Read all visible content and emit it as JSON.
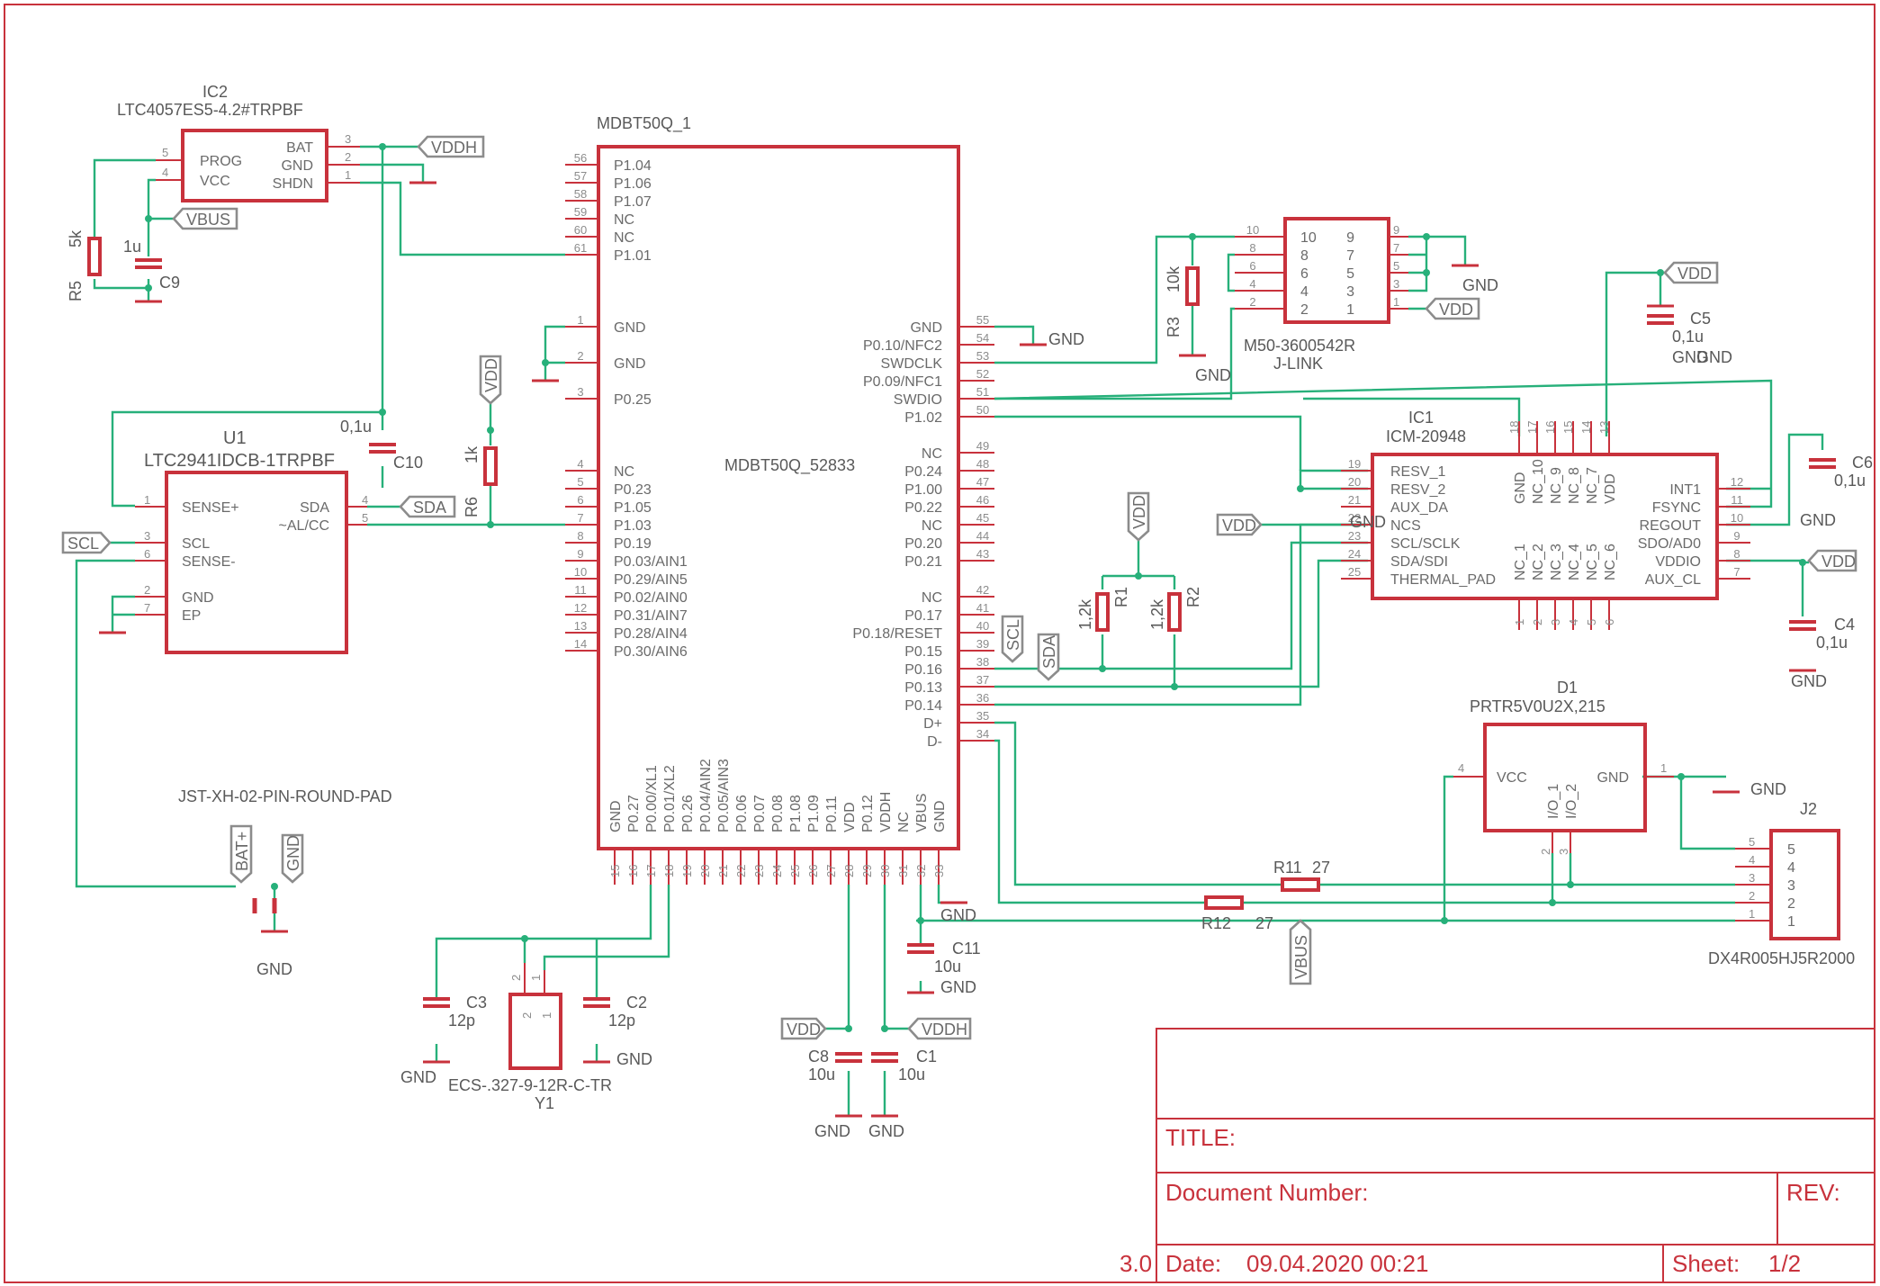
{
  "components": {
    "ic2": {
      "ref": "IC2",
      "value": "LTC4057ES5-4.2#TRPBF",
      "pins_left": [
        {
          "num": "5",
          "name": "PROG"
        },
        {
          "num": "4",
          "name": "VCC"
        }
      ],
      "pins_right": [
        {
          "num": "3",
          "name": "BAT"
        },
        {
          "num": "2",
          "name": "GND"
        },
        {
          "num": "1",
          "name": "SHDN"
        }
      ]
    },
    "mcu": {
      "ref": "MDBT50Q_1",
      "value": "MDBT50Q_52833",
      "pins_left": [
        {
          "num": "56",
          "name": "P1.04"
        },
        {
          "num": "57",
          "name": "P1.06"
        },
        {
          "num": "58",
          "name": "P1.07"
        },
        {
          "num": "59",
          "name": "NC"
        },
        {
          "num": "60",
          "name": "NC"
        },
        {
          "num": "61",
          "name": "P1.01"
        },
        {
          "num": "1",
          "name": "GND"
        },
        {
          "num": "2",
          "name": "GND"
        },
        {
          "num": "3",
          "name": "P0.25"
        },
        {
          "num": "4",
          "name": "NC"
        },
        {
          "num": "5",
          "name": "P0.23"
        },
        {
          "num": "6",
          "name": "P1.05"
        },
        {
          "num": "7",
          "name": "P1.03"
        },
        {
          "num": "8",
          "name": "P0.19"
        },
        {
          "num": "9",
          "name": "P0.03/AIN1"
        },
        {
          "num": "10",
          "name": "P0.29/AIN5"
        },
        {
          "num": "11",
          "name": "P0.02/AIN0"
        },
        {
          "num": "12",
          "name": "P0.31/AIN7"
        },
        {
          "num": "13",
          "name": "P0.28/AIN4"
        },
        {
          "num": "14",
          "name": "P0.30/AIN6"
        }
      ],
      "pins_right": [
        {
          "num": "55",
          "name": "GND"
        },
        {
          "num": "54",
          "name": "P0.10/NFC2"
        },
        {
          "num": "53",
          "name": "SWDCLK"
        },
        {
          "num": "52",
          "name": "P0.09/NFC1"
        },
        {
          "num": "51",
          "name": "SWDIO"
        },
        {
          "num": "50",
          "name": "P1.02"
        },
        {
          "num": "49",
          "name": "NC"
        },
        {
          "num": "48",
          "name": "P0.24"
        },
        {
          "num": "47",
          "name": "P1.00"
        },
        {
          "num": "46",
          "name": "P0.22"
        },
        {
          "num": "45",
          "name": "NC"
        },
        {
          "num": "44",
          "name": "P0.20"
        },
        {
          "num": "43",
          "name": "P0.21"
        },
        {
          "num": "42",
          "name": "NC"
        },
        {
          "num": "41",
          "name": "P0.17"
        },
        {
          "num": "40",
          "name": "P0.18/RESET"
        },
        {
          "num": "39",
          "name": "P0.15"
        },
        {
          "num": "38",
          "name": "P0.16"
        },
        {
          "num": "37",
          "name": "P0.13"
        },
        {
          "num": "36",
          "name": "P0.14"
        },
        {
          "num": "35",
          "name": "D+"
        },
        {
          "num": "34",
          "name": "D-"
        }
      ],
      "pins_bottom": [
        {
          "num": "15",
          "name": "GND"
        },
        {
          "num": "16",
          "name": "P0.27"
        },
        {
          "num": "17",
          "name": "P0.00/XL1"
        },
        {
          "num": "18",
          "name": "P0.01/XL2"
        },
        {
          "num": "19",
          "name": "P0.26"
        },
        {
          "num": "20",
          "name": "P0.04/AIN2"
        },
        {
          "num": "21",
          "name": "P0.05/AIN3"
        },
        {
          "num": "22",
          "name": "P0.06"
        },
        {
          "num": "23",
          "name": "P0.07"
        },
        {
          "num": "24",
          "name": "P0.08"
        },
        {
          "num": "25",
          "name": "P1.08"
        },
        {
          "num": "26",
          "name": "P1.09"
        },
        {
          "num": "27",
          "name": "P0.11"
        },
        {
          "num": "28",
          "name": "VDD"
        },
        {
          "num": "29",
          "name": "P0.12"
        },
        {
          "num": "30",
          "name": "VDDH"
        },
        {
          "num": "31",
          "name": "NC"
        },
        {
          "num": "32",
          "name": "VBUS"
        },
        {
          "num": "33",
          "name": "GND"
        }
      ]
    },
    "jlink": {
      "ref": "M50-3600542R",
      "value": "J-LINK",
      "pins_left": [
        {
          "num": "10",
          "name": "10"
        },
        {
          "num": "8",
          "name": "8"
        },
        {
          "num": "6",
          "name": "6"
        },
        {
          "num": "4",
          "name": "4"
        },
        {
          "num": "2",
          "name": "2"
        }
      ],
      "pins_right": [
        {
          "num": "9",
          "name": "9"
        },
        {
          "num": "7",
          "name": "7"
        },
        {
          "num": "5",
          "name": "5"
        },
        {
          "num": "3",
          "name": "3"
        },
        {
          "num": "1",
          "name": "1"
        }
      ]
    },
    "u1": {
      "ref": "U1",
      "value": "LTC2941IDCB-1TRPBF",
      "pins_left": [
        {
          "num": "1",
          "name": "SENSE+"
        },
        {
          "num": "3",
          "name": "SCL"
        },
        {
          "num": "6",
          "name": "SENSE-"
        },
        {
          "num": "2",
          "name": "GND"
        },
        {
          "num": "7",
          "name": "EP"
        }
      ],
      "pins_right": [
        {
          "num": "4",
          "name": "SDA"
        },
        {
          "num": "5",
          "name": "~AL/CC"
        }
      ]
    },
    "ic1": {
      "ref": "IC1",
      "value": "ICM-20948",
      "pins_left": [
        {
          "num": "19",
          "name": "RESV_1"
        },
        {
          "num": "20",
          "name": "RESV_2"
        },
        {
          "num": "21",
          "name": "AUX_DA"
        },
        {
          "num": "22",
          "name": "NCS"
        },
        {
          "num": "23",
          "name": "SCL/SCLK"
        },
        {
          "num": "24",
          "name": "SDA/SDI"
        },
        {
          "num": "25",
          "name": "THERMAL_PAD"
        }
      ],
      "pins_right": [
        {
          "num": "12",
          "name": "INT1"
        },
        {
          "num": "11",
          "name": "FSYNC"
        },
        {
          "num": "10",
          "name": "REGOUT"
        },
        {
          "num": "9",
          "name": "SDO/AD0"
        },
        {
          "num": "8",
          "name": "VDDIO"
        },
        {
          "num": "7",
          "name": "AUX_CL"
        }
      ],
      "pins_top": [
        {
          "num": "18",
          "name": "GND"
        },
        {
          "num": "17",
          "name": "NC_10"
        },
        {
          "num": "16",
          "name": "NC_9"
        },
        {
          "num": "15",
          "name": "NC_8"
        },
        {
          "num": "14",
          "name": "NC_7"
        },
        {
          "num": "13",
          "name": "VDD"
        }
      ],
      "pins_bottom": [
        {
          "num": "1",
          "name": "NC_1"
        },
        {
          "num": "2",
          "name": "NC_2"
        },
        {
          "num": "3",
          "name": "NC_3"
        },
        {
          "num": "4",
          "name": "NC_4"
        },
        {
          "num": "5",
          "name": "NC_5"
        },
        {
          "num": "6",
          "name": "NC_6"
        }
      ]
    },
    "d1": {
      "ref": "D1",
      "value": "PRTR5V0U2X,215",
      "pin_vcc": {
        "num": "4",
        "name": "VCC"
      },
      "pin_gnd": {
        "num": "1",
        "name": "GND"
      },
      "pin_io1": {
        "num": "2",
        "name": "I/O_1"
      },
      "pin_io2": {
        "num": "3",
        "name": "I/O_2"
      }
    },
    "j2": {
      "ref": "J2",
      "value": "DX4R005HJ5R2000",
      "pins": [
        "5",
        "4",
        "3",
        "2",
        "1"
      ]
    },
    "y1": {
      "ref": "Y1",
      "value": "ECS-.327-9-12R-C-TR",
      "pin1": "1",
      "pin2": "2"
    },
    "jst": {
      "value": "JST-XH-02-PIN-ROUND-PAD"
    }
  },
  "passives": [
    {
      "ref": "R5",
      "value": "5k"
    },
    {
      "ref": "C9",
      "value": "1u"
    },
    {
      "ref": "C10",
      "value": "0,1u"
    },
    {
      "ref": "R6",
      "value": "1k"
    },
    {
      "ref": "R3",
      "value": "10k"
    },
    {
      "ref": "R1",
      "value": "1,2k"
    },
    {
      "ref": "R2",
      "value": "1,2k"
    },
    {
      "ref": "C5",
      "value": "0,1u"
    },
    {
      "ref": "C6",
      "value": "0,1u"
    },
    {
      "ref": "C4",
      "value": "0,1u"
    },
    {
      "ref": "C11",
      "value": "10u"
    },
    {
      "ref": "C3",
      "value": "12p"
    },
    {
      "ref": "C2",
      "value": "12p"
    },
    {
      "ref": "C8",
      "value": "10u"
    },
    {
      "ref": "C1",
      "value": "10u"
    },
    {
      "ref": "R11",
      "value": "27"
    },
    {
      "ref": "R12",
      "value": "27"
    }
  ],
  "net_ports": {
    "vddh_top": "VDDH",
    "vbus_ic2": "VBUS",
    "vdd_jlink": "VDD",
    "vdd_top_right": "VDD",
    "vdd_r1r2": "VDD",
    "vdd_r6": "VDD",
    "sda_u1": "SDA",
    "scl_left": "SCL",
    "scl_mcu": "SCL",
    "sda_mcu": "SDA",
    "vdd_ic1_left": "VDD",
    "vdd_ic1_right": "VDD",
    "bat_plus": "BAT+",
    "gnd_jst": "GND",
    "vdd_c8": "VDD",
    "vddh_c1": "VDDH",
    "vbus_bottom": "VBUS"
  },
  "gnd_label": "GND",
  "title_block": {
    "title_label": "TITLE:",
    "docnum_label": "Document Number:",
    "rev_label": "REV:",
    "version": "3.0",
    "date_label": "Date:",
    "date_value": "09.04.2020 00:21",
    "sheet_label": "Sheet:",
    "sheet_value": "1/2"
  }
}
